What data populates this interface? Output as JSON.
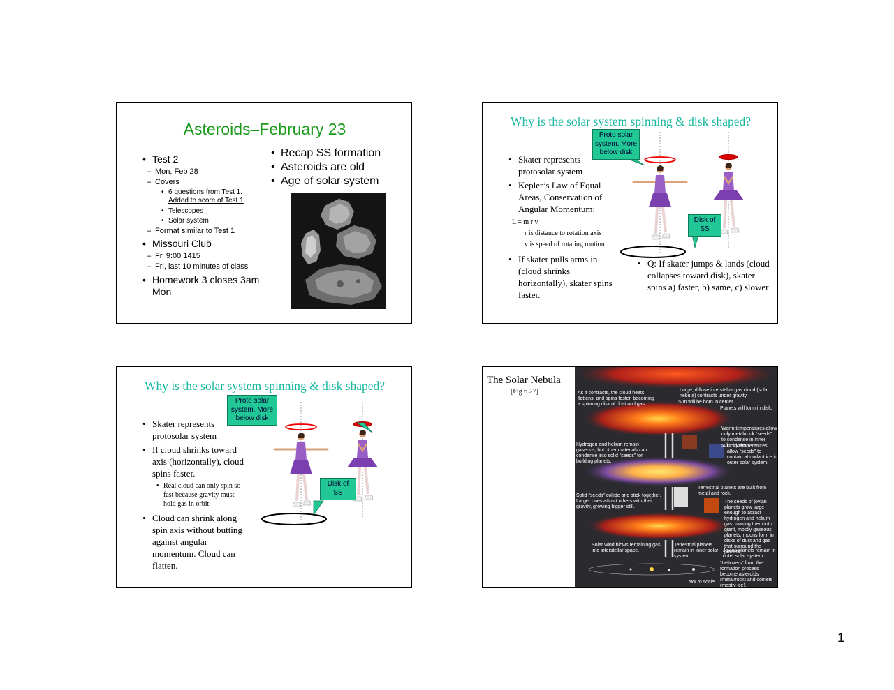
{
  "slide1": {
    "title": "Asteroids–February 23",
    "left": {
      "test2": "Test 2",
      "test2_date": "Mon, Feb 28",
      "covers": "Covers",
      "covers_q1": "6 questions from Test 1.",
      "covers_q2": "Added to score of Test 1",
      "telescopes": "Telescopes",
      "solar_system": "Solar system",
      "format": "Format similar to Test 1",
      "missouri_club": "Missouri Club",
      "fri_time": "Fri  9:00 1415",
      "fri_last": "Fri, last 10 minutes of class",
      "homework": "Homework 3 closes 3am",
      "homework_day": "Mon"
    },
    "right": [
      "Recap SS formation",
      "Asteroids are old",
      "Age of solar system"
    ]
  },
  "slide2": {
    "title": "Why is the solar system spinning & disk shaped?",
    "callout_proto": [
      "Proto solar",
      "system. More",
      "below disk"
    ],
    "callout_disk": [
      "Disk of",
      "SS"
    ],
    "bullet1": "Skater represents protosolar system",
    "bullet2": "Kepler’s Law of Equal Areas, Conservation of Angular Momentum:",
    "formula": "L = m r v",
    "r_def": "r is distance to rotation axis",
    "v_def": "v is speed of rotating motion",
    "bullet3": "If skater pulls arms in (cloud shrinks horizontally), skater spins faster.",
    "bullet_q": "Q: If skater jumps & lands (cloud collapses toward disk), skater spins a) faster, b) same, c) slower"
  },
  "slide3": {
    "title": "Why is the solar system spinning & disk shaped?",
    "callout_proto": [
      "Proto solar",
      "system. More",
      "below disk"
    ],
    "callout_disk": [
      "Disk of",
      "SS"
    ],
    "bullet1": "Skater represents protosolar system",
    "bullet2": "If cloud shrinks toward axis (horizontally), cloud spins faster.",
    "sub": "Real cloud can only spin so fast because gravity must hold gas in orbit.",
    "bullet3": "Cloud can shrink along spin axis without butting against angular momentum. Cloud can flatten."
  },
  "slide4": {
    "title": "The Solar Nebula",
    "fig": "[Fig 6.27]",
    "captions": {
      "c1": "As it contracts, the cloud heats, flattens, and spins faster, becoming a spinning disk of dust and gas.",
      "c2": "Large, diffuse interstellar gas cloud (solar nebula) contracts under gravity.",
      "c3": "Sun will be born in center.",
      "c4": "Planets will form in disk.",
      "c5": "Warm temperatures allow only metal/rock “seeds” to condense in inner solar system.",
      "c6": "Hydrogen and helium remain gaseous, but other materials can condense into solid “seeds” for building planets.",
      "c7": "Cold temperatures allow “seeds” to contain abundant ice in outer solar system.",
      "c8": "Terrestrial planets are built from metal and rock.",
      "c9": "Solid “seeds” collide and stick together. Larger ones attract others with their gravity, growing bigger still.",
      "c10": "The seeds of jovian planets grow large enough to attract hydrogen and helium gas, making them into giant, mostly gaseous planets; moons form in disks of dust and gas that surround the planets.",
      "c11": "Solar wind blows remaining gas into interstellar space.",
      "c12": "Terrestrial planets remain in inner solar system.",
      "c13": "Jovian planets remain in outer solar system.",
      "c14": "“Leftovers” from the formation process become asteroids (metal/rock) and comets (mostly ice).",
      "c15": "Not to scale"
    }
  },
  "page_number": "1"
}
